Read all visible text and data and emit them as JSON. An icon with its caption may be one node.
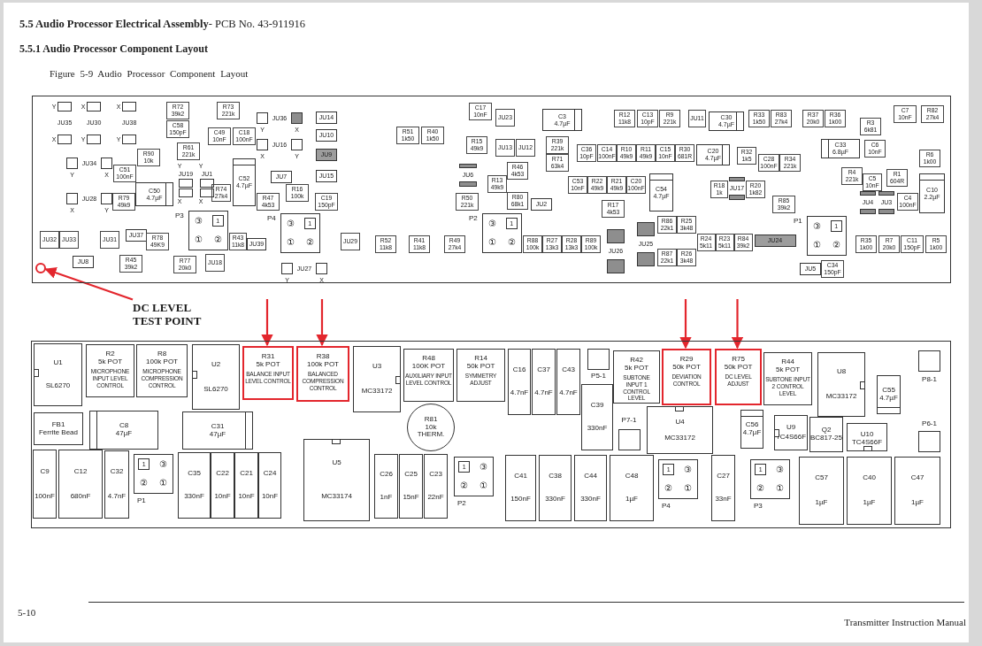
{
  "diagram": {
    "title": "**5.5 Audio Processor Electrical Assembly**- PCB No. 43-911916",
    "caption": "Figure 5-9 Audio Processor Component Layout",
    "nodes": [
      {
        "text": [],
        "shape": "box"
      },
      {
        "text": [],
        "shape": "circle",
        "in": 0
      },
      {
        "text": [
          "DC LEVEL TEST POINT"
        ]
      },
      {
        "text": [],
        "shape": "box"
      },
      {
        "text": [
          "U1",
          "SL6270"
        ],
        "in": 3
      },
      {
        "text": [
          "R2",
          "5k POT",
          "MICROPHONE INPUT LEVEL CONTROL"
        ],
        "in": 3
      },
      {
        "text": [
          "R8",
          "100k POT",
          "MICROPHONE COMPRESSION CONTROL"
        ],
        "in": 3
      },
      {
        "text": [
          "U2",
          "SL6270"
        ],
        "in": 3
      },
      {
        "text": [
          "R31",
          "5k POT",
          "BALANCE INPUT LEVEL CONTROL"
        ],
        "in": 3
      },
      {
        "text": [
          "R38",
          "100k POT",
          "BALANCED COMPRESSION CONTROL"
        ],
        "in": 3
      },
      {
        "text": [
          "U3",
          "MC33172"
        ],
        "in": 3
      },
      {
        "text": [
          "R48",
          "100K POT",
          "AUXILIARY INPUT LEVEL CONTROL"
        ],
        "in": 3
      },
      {
        "text": [
          "R14",
          "50k POT",
          "SYMMETRY ADJUST"
        ],
        "in": 3
      },
      {
        "text": [
          "C16",
          "4.7nF"
        ],
        "in": 3
      },
      {
        "text": [
          "C37",
          "4.7nF"
        ],
        "in": 3
      },
      {
        "text": [
          "C43",
          "4.7nF"
        ],
        "in": 3
      },
      {
        "text": [
          "P5-1"
        ],
        "in": 3
      },
      {
        "text": [
          "R42",
          "5k POT",
          "SUBTONE INPUT 1 CONTROL LEVEL"
        ],
        "in": 3
      },
      {
        "text": [
          "R29",
          "50k POT",
          "DEVIATION CONTROL"
        ],
        "in": 3
      },
      {
        "text": [
          "R75",
          "50k POT",
          "DC LEVEL ADJUST"
        ],
        "in": 3
      },
      {
        "text": [
          "R44",
          "5k POT",
          "SUBTONE INPUT 2 CONTROL LEVEL"
        ],
        "in": 3
      },
      {
        "text": [
          "U8",
          "MC33172"
        ],
        "in": 3
      },
      {
        "text": [
          "C55",
          "4.7µF"
        ],
        "in": 3
      },
      {
        "text": [
          "P8-1"
        ],
        "in": 3
      },
      {
        "text": [
          "FB1",
          "Ferrite Bead"
        ],
        "in": 3
      },
      {
        "text": [
          "C8",
          "47µF"
        ],
        "in": 3
      },
      {
        "text": [
          "C31",
          "47µF"
        ],
        "in": 3
      },
      {
        "text": [
          "C39",
          "330nF"
        ],
        "in": 3
      },
      {
        "text": [
          "P7-1"
        ],
        "in": 3
      },
      {
        "text": [
          "U4",
          "MC33172"
        ],
        "in": 3
      },
      {
        "text": [
          "C56",
          "4.7µF"
        ],
        "in": 3
      },
      {
        "text": [
          "U9",
          "TC4S66F"
        ],
        "in": 3
      },
      {
        "text": [
          "Q2",
          "BC817-25"
        ],
        "in": 3
      },
      {
        "text": [
          "U10",
          "TC4S66F"
        ],
        "in": 3
      },
      {
        "text": [
          "P6-1"
        ],
        "in": 3
      },
      {
        "text": [
          "R81",
          "10k",
          "THERM."
        ],
        "in": 3
      },
      {
        "text": [
          "C9",
          "100nF"
        ],
        "in": 3
      },
      {
        "text": [
          "C12",
          "680nF"
        ],
        "in": 3
      },
      {
        "text": [
          "C32",
          "4.7nF"
        ],
        "in": 3
      },
      {
        "text": [
          "1",
          "③",
          "②",
          "①",
          "P1"
        ],
        "in": 3
      },
      {
        "text": [
          "C35",
          "330nF"
        ],
        "in": 3
      },
      {
        "text": [
          "C22",
          "10nF"
        ],
        "in": 3
      },
      {
        "text": [
          "C21",
          "10nF"
        ],
        "in": 3
      },
      {
        "text": [
          "C24",
          "10nF"
        ],
        "in": 3
      },
      {
        "text": [
          "U5",
          "MC33174"
        ],
        "in": 3
      },
      {
        "text": [
          "C26",
          "1nF"
        ],
        "in": 3
      },
      {
        "text": [
          "C25",
          "15nF"
        ],
        "in": 3
      },
      {
        "text": [
          "C23",
          "22nF"
        ],
        "in": 3
      },
      {
        "text": [
          "1",
          "③",
          "②",
          "①",
          "P2"
        ],
        "in": 3
      },
      {
        "text": [
          "C41",
          "150nF"
        ],
        "in": 3
      },
      {
        "text": [
          "C38",
          "330nF"
        ],
        "in": 3
      },
      {
        "text": [
          "C44",
          "330nF"
        ],
        "in": 3
      },
      {
        "text": [
          "C48",
          "1µF"
        ],
        "in": 3
      },
      {
        "text": [
          "1",
          "③",
          "②",
          "①",
          "P4"
        ],
        "in": 3
      },
      {
        "text": [
          "C27",
          "33nF"
        ],
        "in": 3
      },
      {
        "text": [
          "1",
          "③",
          "②",
          "①",
          "P3"
        ],
        "in": 3
      },
      {
        "text": [
          "C57",
          "1µF"
        ],
        "in": 3
      },
      {
        "text": [
          "C40",
          "1µF"
        ],
        "in": 3
      },
      {
        "text": [
          "C47",
          "1µF"
        ],
        "in": 3
      },
      {
        "text": [
          "JU35"
        ],
        "beside": [
          "Y",
          "X"
        ],
        "in": 0
      },
      {
        "text": [
          "JU30"
        ],
        "beside": [
          "X",
          "Y"
        ],
        "in": 0
      },
      {
        "text": [
          "JU38"
        ],
        "beside": [
          "X",
          "Y"
        ],
        "in": 0
      },
      {
        "text": [
          "R72",
          "39k2"
        ],
        "in": 0
      },
      {
        "text": [
          "R73",
          "221k"
        ],
        "in": 0
      },
      {
        "text": [
          "C58",
          "150pF"
        ],
        "in": 0
      },
      {
        "text": [
          "JU36"
        ],
        "beside": [
          "Y",
          "X"
        ],
        "in": 0
      },
      {
        "text": [
          "JU14"
        ],
        "in": 0
      },
      {
        "text": [
          "C49",
          "10nF"
        ],
        "in": 0
      },
      {
        "text": [
          "C18",
          "100nF"
        ],
        "in": 0
      },
      {
        "text": [
          "JU16"
        ],
        "beside": [
          "X",
          "Y"
        ],
        "in": 0
      },
      {
        "text": [
          "JU10"
        ],
        "in": 0
      },
      {
        "text": [
          "R61",
          "221k"
        ],
        "in": 0
      },
      {
        "text": [
          "R90",
          "10k"
        ],
        "in": 0
      },
      {
        "text": [
          "JU34"
        ],
        "beside": [
          "Y",
          "X"
        ],
        "in": 0
      },
      {
        "text": [
          "JU9"
        ],
        "in": 0
      },
      {
        "text": [
          "C51",
          "100nF"
        ],
        "in": 0
      },
      {
        "text": [
          "JU19"
        ],
        "beside": [
          "Y",
          "X"
        ],
        "in": 0
      },
      {
        "text": [
          "JU1"
        ],
        "beside": [
          "Y",
          "X"
        ],
        "in": 0
      },
      {
        "text": [
          "C52",
          "4.7µF"
        ],
        "in": 0
      },
      {
        "text": [
          "JU7"
        ],
        "in": 0
      },
      {
        "text": [
          "JU15"
        ],
        "in": 0
      },
      {
        "text": [
          "C50",
          "4.7µF"
        ],
        "in": 0
      },
      {
        "text": [
          "R79",
          "49k9"
        ],
        "in": 0
      },
      {
        "text": [
          "R74",
          "27k4"
        ],
        "in": 0
      },
      {
        "text": [
          "R16",
          "100k"
        ],
        "in": 0
      },
      {
        "text": [
          "R47",
          "4k53"
        ],
        "in": 0
      },
      {
        "text": [
          "C19",
          "150pF"
        ],
        "in": 0
      },
      {
        "text": [
          "JU28"
        ],
        "beside": [
          "X",
          "Y"
        ],
        "in": 0
      },
      {
        "text": [
          "P3",
          "1",
          "③",
          "①",
          "②"
        ],
        "in": 0
      },
      {
        "text": [
          "P4",
          "1",
          "③",
          "①",
          "②"
        ],
        "in": 0
      },
      {
        "text": [
          "JU32"
        ],
        "in": 0
      },
      {
        "text": [
          "JU33"
        ],
        "in": 0
      },
      {
        "text": [
          "JU31"
        ],
        "in": 0
      },
      {
        "text": [
          "JU37"
        ],
        "in": 0
      },
      {
        "text": [
          "R78",
          "49K9"
        ],
        "in": 0
      },
      {
        "text": [
          "R43",
          "11k8"
        ],
        "in": 0
      },
      {
        "text": [
          "JU39"
        ],
        "in": 0
      },
      {
        "text": [
          "JU29"
        ],
        "in": 0
      },
      {
        "text": [
          "JU8"
        ],
        "in": 0
      },
      {
        "text": [
          "R45",
          "39k2"
        ],
        "in": 0
      },
      {
        "text": [
          "R77",
          "20k0"
        ],
        "in": 0
      },
      {
        "text": [
          "JU18"
        ],
        "in": 0
      },
      {
        "text": [
          "JU27"
        ],
        "beside": [
          "Y",
          "X"
        ],
        "in": 0
      },
      {
        "text": [
          "C17",
          "10nF"
        ],
        "in": 0
      },
      {
        "text": [
          "JU23"
        ],
        "in": 0
      },
      {
        "text": [
          "R51",
          "1k50"
        ],
        "in": 0
      },
      {
        "text": [
          "R40",
          "1k50"
        ],
        "in": 0
      },
      {
        "text": [
          "C3",
          "4.7µF"
        ],
        "in": 0
      },
      {
        "text": [
          "R12",
          "11k8"
        ],
        "in": 0
      },
      {
        "text": [
          "C13",
          "10pF"
        ],
        "in": 0
      },
      {
        "text": [
          "R9",
          "221k"
        ],
        "in": 0
      },
      {
        "text": [
          "JU11"
        ],
        "in": 0
      },
      {
        "text": [
          "C30",
          "4.7µF"
        ],
        "in": 0
      },
      {
        "text": [
          "R33",
          "1k50"
        ],
        "in": 0
      },
      {
        "text": [
          "R83",
          "27k4"
        ],
        "in": 0
      },
      {
        "text": [
          "R37",
          "20k0"
        ],
        "in": 0
      },
      {
        "text": [
          "R36",
          "1k00"
        ],
        "in": 0
      },
      {
        "text": [
          "R3",
          "6k81"
        ],
        "in": 0
      },
      {
        "text": [
          "C7",
          "10nF"
        ],
        "in": 0
      },
      {
        "text": [
          "R82",
          "27k4"
        ],
        "in": 0
      },
      {
        "text": [
          "R15",
          "49k9"
        ],
        "in": 0
      },
      {
        "text": [
          "JU13"
        ],
        "in": 0
      },
      {
        "text": [
          "JU12"
        ],
        "in": 0
      },
      {
        "text": [
          "R39",
          "221k"
        ],
        "in": 0
      },
      {
        "text": [
          "R71",
          "63k4"
        ],
        "in": 0
      },
      {
        "text": [
          "C36",
          "10pF"
        ],
        "in": 0
      },
      {
        "text": [
          "C14",
          "100nF"
        ],
        "in": 0
      },
      {
        "text": [
          "R10",
          "49k9"
        ],
        "in": 0
      },
      {
        "text": [
          "R11",
          "49k9"
        ],
        "in": 0
      },
      {
        "text": [
          "C15",
          "10nF"
        ],
        "in": 0
      },
      {
        "text": [
          "R30",
          "681R"
        ],
        "in": 0
      },
      {
        "text": [
          "C20",
          "4.7µF"
        ],
        "in": 0
      },
      {
        "text": [
          "R32",
          "1k5"
        ],
        "in": 0
      },
      {
        "text": [
          "C28",
          "100nF"
        ],
        "in": 0
      },
      {
        "text": [
          "R34",
          "221k"
        ],
        "in": 0
      },
      {
        "text": [
          "C33",
          "6.8µF"
        ],
        "in": 0
      },
      {
        "text": [
          "C6",
          "10nF"
        ],
        "in": 0
      },
      {
        "text": [
          "R6",
          "1k00"
        ],
        "in": 0
      },
      {
        "text": [
          "JU6"
        ],
        "in": 0
      },
      {
        "text": [
          "R46",
          "4k53"
        ],
        "in": 0
      },
      {
        "text": [
          "R13",
          "49k9"
        ],
        "in": 0
      },
      {
        "text": [
          "C53",
          "10nF"
        ],
        "in": 0
      },
      {
        "text": [
          "R22",
          "49k9"
        ],
        "in": 0
      },
      {
        "text": [
          "R21",
          "49k9"
        ],
        "in": 0
      },
      {
        "text": [
          "C20",
          "100nF"
        ],
        "in": 0
      },
      {
        "text": [
          "C54",
          "4.7µF"
        ],
        "in": 0
      },
      {
        "text": [
          "R18",
          "1k"
        ],
        "in": 0
      },
      {
        "text": [
          "JU17"
        ],
        "in": 0
      },
      {
        "text": [
          "R20",
          "1k82"
        ],
        "in": 0
      },
      {
        "text": [
          "R4",
          "221k"
        ],
        "in": 0
      },
      {
        "text": [
          "C5",
          "10nF"
        ],
        "in": 0
      },
      {
        "text": [
          "R1",
          "604R"
        ],
        "in": 0
      },
      {
        "text": [
          "C10",
          "2.2µF"
        ],
        "in": 0
      },
      {
        "text": [
          "R80",
          "68k1"
        ],
        "in": 0
      },
      {
        "text": [
          "R50",
          "221k"
        ],
        "in": 0
      },
      {
        "text": [
          "JU2"
        ],
        "in": 0
      },
      {
        "text": [
          "R17",
          "4k53"
        ],
        "in": 0
      },
      {
        "text": [
          "R85",
          "39k2"
        ],
        "in": 0
      },
      {
        "text": [
          "JU4"
        ],
        "in": 0
      },
      {
        "text": [
          "JU3"
        ],
        "in": 0
      },
      {
        "text": [
          "C4",
          "100nF"
        ],
        "in": 0
      },
      {
        "text": [
          "P2",
          "1",
          "③",
          "①",
          "②"
        ],
        "in": 0
      },
      {
        "text": [
          "R86",
          "22k1"
        ],
        "in": 0
      },
      {
        "text": [
          "R25",
          "3k48"
        ],
        "in": 0
      },
      {
        "text": [
          "JU25"
        ],
        "in": 0
      },
      {
        "text": [
          "P1",
          "1",
          "③",
          "①",
          "②"
        ],
        "in": 0
      },
      {
        "text": [
          "R52",
          "11k8"
        ],
        "in": 0
      },
      {
        "text": [
          "R41",
          "11k8"
        ],
        "in": 0
      },
      {
        "text": [
          "R49",
          "27k4"
        ],
        "in": 0
      },
      {
        "text": [
          "R88",
          "100k"
        ],
        "in": 0
      },
      {
        "text": [
          "R27",
          "13k3"
        ],
        "in": 0
      },
      {
        "text": [
          "R28",
          "13k3"
        ],
        "in": 0
      },
      {
        "text": [
          "R89",
          "100k"
        ],
        "in": 0
      },
      {
        "text": [
          "JU26"
        ],
        "in": 0
      },
      {
        "text": [
          "R24",
          "5k11"
        ],
        "in": 0
      },
      {
        "text": [
          "R23",
          "5k11"
        ],
        "in": 0
      },
      {
        "text": [
          "R84",
          "39k2"
        ],
        "in": 0
      },
      {
        "text": [
          "JU24"
        ],
        "in": 0
      },
      {
        "text": [
          "R35",
          "1k00"
        ],
        "in": 0
      },
      {
        "text": [
          "R7",
          "20k0"
        ],
        "in": 0
      },
      {
        "text": [
          "C11",
          "150pF"
        ],
        "in": 0
      },
      {
        "text": [
          "R5",
          "1k00"
        ],
        "in": 0
      },
      {
        "text": [
          "R87",
          "22k1"
        ],
        "in": 0
      },
      {
        "text": [
          "R26",
          "3k48"
        ],
        "in": 0
      },
      {
        "text": [
          "JU5"
        ],
        "in": 0
      },
      {
        "text": [
          "C34",
          "150pF"
        ],
        "in": 0
      }
    ],
    "edges": [
      {
        "from": 2,
        "to": 1,
        "arrow": "to"
      },
      {
        "from": null,
        "to": 8,
        "arrow": "to"
      },
      {
        "from": null,
        "to": 9,
        "arrow": "to"
      },
      {
        "from": null,
        "to": 18,
        "arrow": "to"
      },
      {
        "from": null,
        "to": 19,
        "arrow": "to"
      }
    ],
    "labels": [
      "5.5.1 Audio Processor Component Layout",
      "5-10",
      "Transmitter Instruction Manual"
    ]
  }
}
